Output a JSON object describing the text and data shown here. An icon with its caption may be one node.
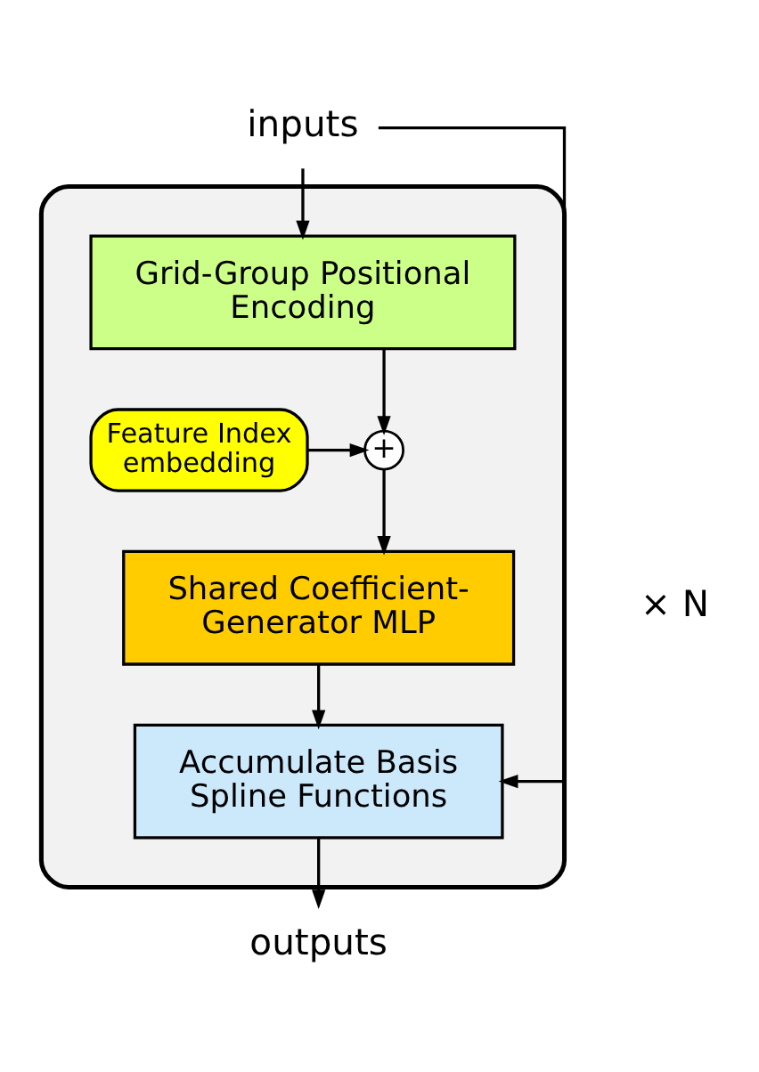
{
  "diagram": {
    "nodes": [
      {
        "text": [
          "inputs"
        ]
      },
      {
        "text": [],
        "shape": "box",
        "beside": [
          "× N"
        ]
      },
      {
        "text": [
          "Grid-Group Positional Encoding"
        ],
        "in": 1
      },
      {
        "text": [
          "Feature Index embedding"
        ],
        "in": 1
      },
      {
        "text": [
          "+"
        ],
        "in": 1
      },
      {
        "text": [
          "Shared Coefficient-Generator MLP"
        ],
        "in": 1
      },
      {
        "text": [
          "Accumulate Basis Spline Functions"
        ],
        "in": 1
      },
      {
        "text": [
          "outputs"
        ]
      }
    ],
    "edges": [
      {
        "from": 0,
        "to": 2,
        "arrow": "to"
      },
      {
        "from": 0,
        "to": 6,
        "arrow": "to"
      },
      {
        "from": 2,
        "to": 4,
        "arrow": "to"
      },
      {
        "from": 3,
        "to": 4,
        "arrow": "to"
      },
      {
        "from": 4,
        "to": 5,
        "arrow": "to"
      },
      {
        "from": 5,
        "to": 6,
        "arrow": "to"
      },
      {
        "from": 6,
        "to": 7,
        "arrow": "to"
      }
    ]
  }
}
